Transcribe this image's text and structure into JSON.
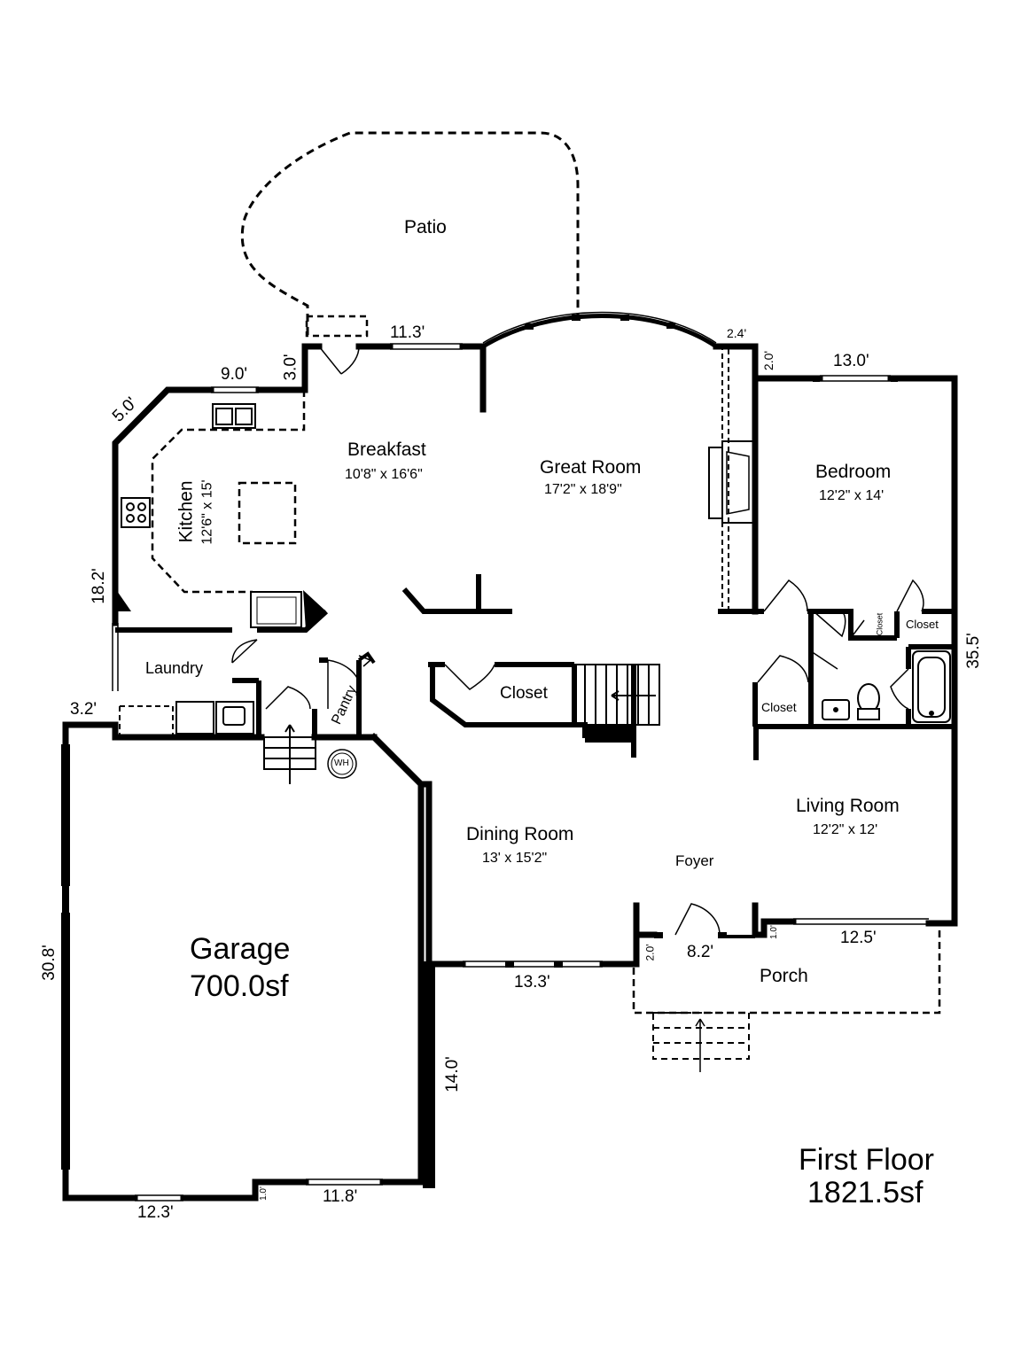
{
  "rooms": {
    "patio": "Patio",
    "breakfast": "Breakfast",
    "breakfast_dim": "10'8\" x 16'6\"",
    "great_room": "Great Room",
    "great_room_dim": "17'2\" x 18'9\"",
    "bedroom": "Bedroom",
    "bedroom_dim": "12'2\" x 14'",
    "kitchen": "Kitchen",
    "kitchen_dim": "12'6\" x 15'",
    "laundry": "Laundry",
    "pantry": "Pantry",
    "closet_hall": "Closet",
    "closet_bed": "Closet",
    "closet_small": "Closet",
    "closet_bath": "Closet",
    "dining_room": "Dining Room",
    "dining_room_dim": "13' x 15'2\"",
    "living_room": "Living Room",
    "living_room_dim": "12'2\" x 12'",
    "foyer": "Foyer",
    "porch": "Porch",
    "garage": "Garage",
    "garage_area": "700.0sf",
    "water_heater": "WH"
  },
  "measurements": {
    "m_11_3": "11.3'",
    "m_2_4": "2.4'",
    "m_2_0_top": "2.0'",
    "m_13_0": "13.0'",
    "m_9_0": "9.0'",
    "m_3_0": "3.0'",
    "m_5_0": "5.0'",
    "m_18_2": "18.2'",
    "m_35_5": "35.5'",
    "m_3_2": "3.2'",
    "m_30_8": "30.8'",
    "m_13_3": "13.3'",
    "m_2_0_porch": "2.0'",
    "m_8_2": "8.2'",
    "m_1_0_porch": "1.0'",
    "m_12_5": "12.5'",
    "m_14_0": "14.0'",
    "m_12_3": "12.3'",
    "m_1_0_garage": "1.0'",
    "m_11_8": "11.8'"
  },
  "footer": {
    "floor_name": "First Floor",
    "floor_area": "1821.5sf"
  }
}
